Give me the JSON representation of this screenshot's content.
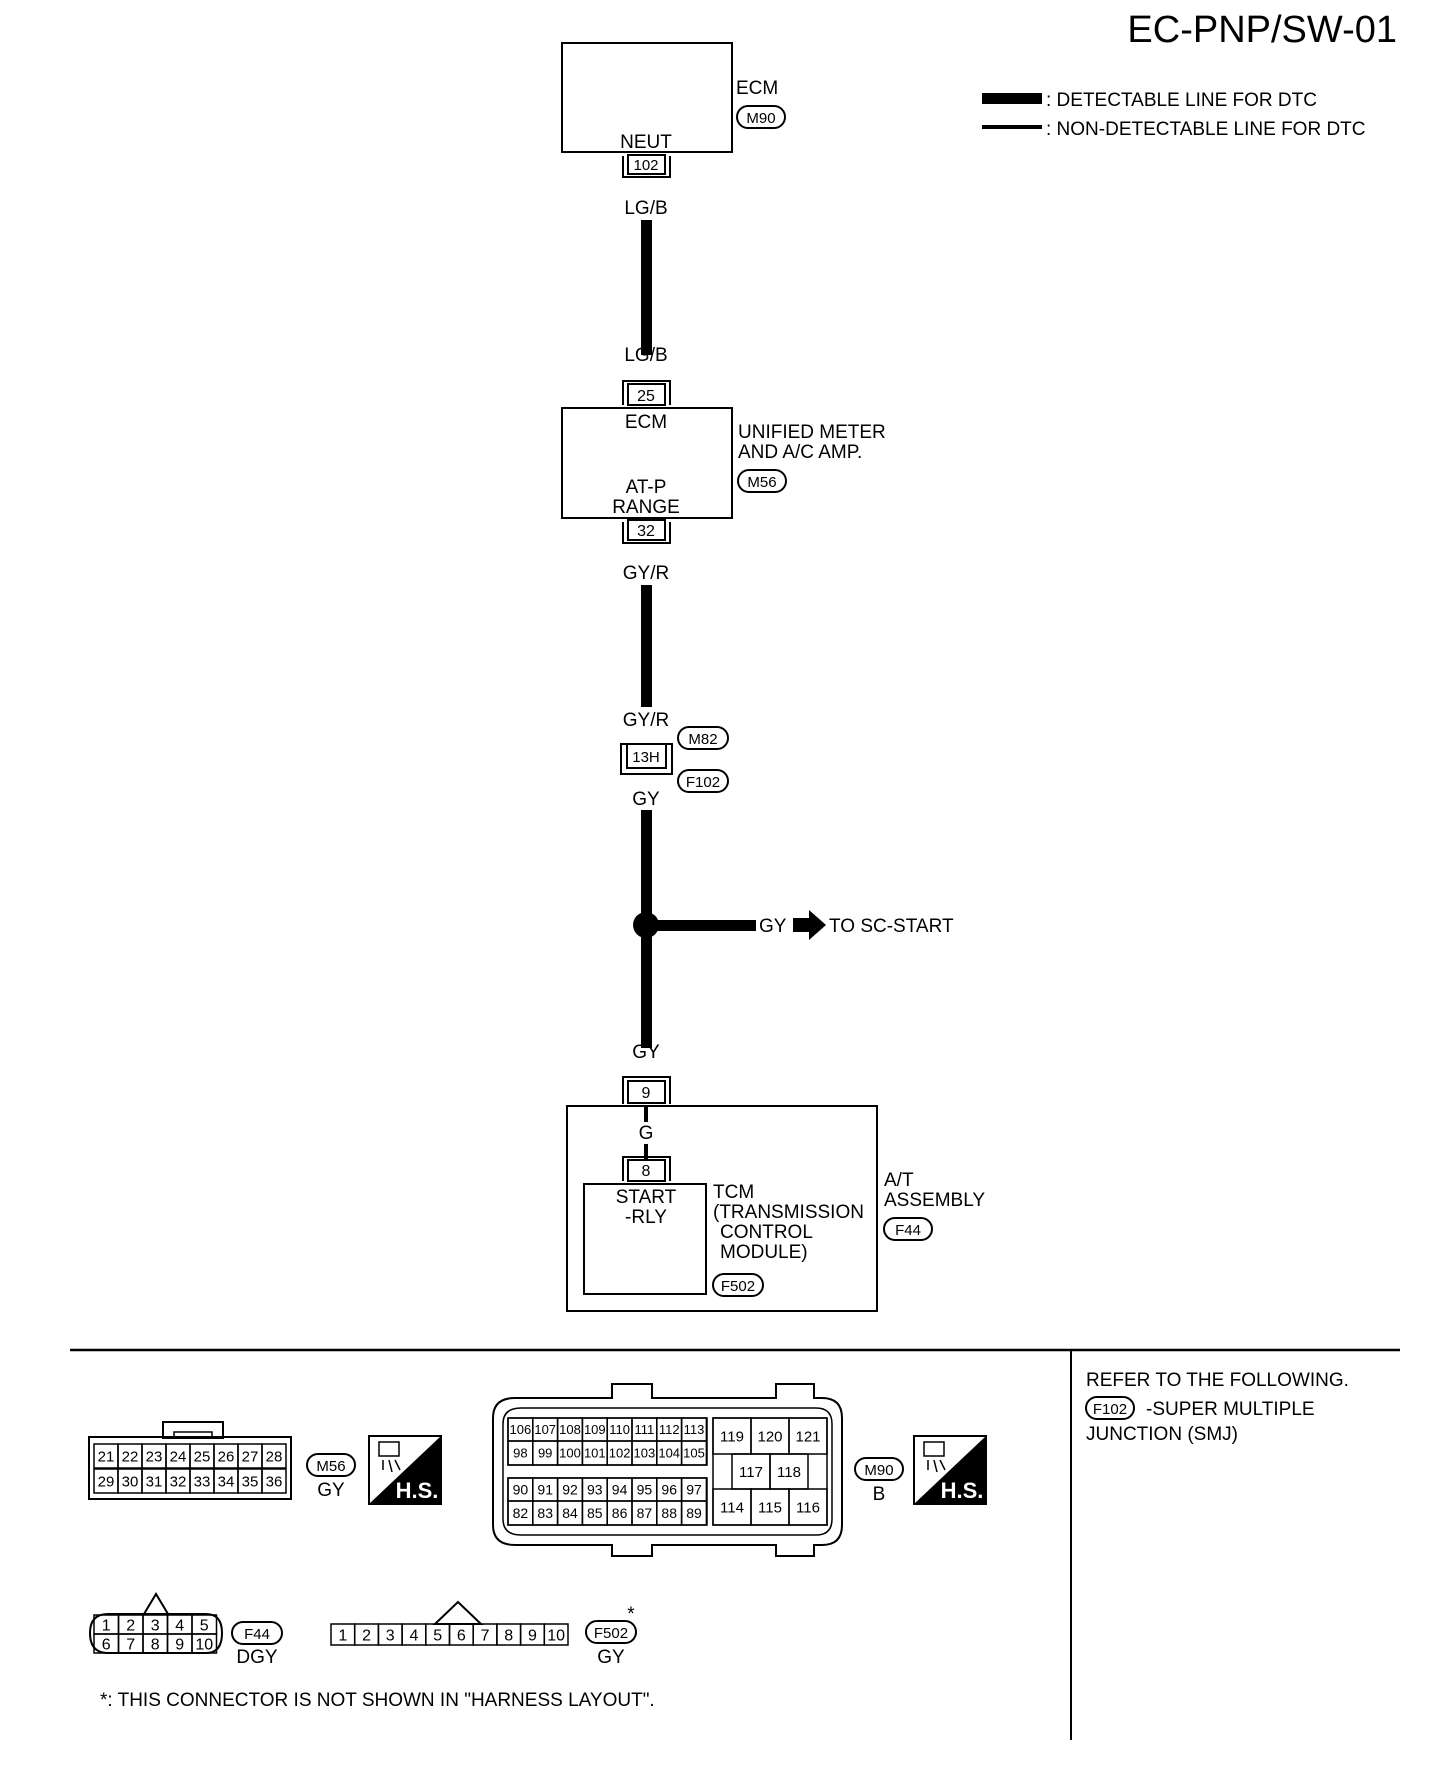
{
  "page_id": "EC-PNP/SW-01",
  "legend": {
    "detectable": ": DETECTABLE LINE FOR DTC",
    "non_detectable": ": NON-DETECTABLE LINE FOR DTC"
  },
  "ecm": {
    "label": "ECM",
    "connector": "M90",
    "terminal_name": "NEUT",
    "terminal": "102",
    "wire_out": "LG/B"
  },
  "meter": {
    "wire_in": "LG/B",
    "terminal_in": "25",
    "terminal_in_name": "ECM",
    "label_line1": "UNIFIED METER",
    "label_line2": "AND A/C AMP.",
    "connector": "M56",
    "terminal_out_name_line1": "AT-P",
    "terminal_out_name_line2": "RANGE",
    "terminal_out": "32",
    "wire_out": "GY/R"
  },
  "joint": {
    "wire_in": "GY/R",
    "connector_top": "M82",
    "terminal": "13H",
    "connector_bottom": "F102",
    "wire_out": "GY"
  },
  "branch": {
    "wire": "GY",
    "destination": "TO SC-START"
  },
  "at_assembly": {
    "wire_in": "GY",
    "terminal_in": "9",
    "inner_wire": "G",
    "tcm_terminal": "8",
    "tcm_terminal_name_line1": "START",
    "tcm_terminal_name_line2": "-RLY",
    "tcm_label": [
      "TCM",
      "(TRANSMISSION",
      "CONTROL",
      "MODULE)"
    ],
    "tcm_connector": "F502",
    "label_line1": "A/T",
    "label_line2": "ASSEMBLY",
    "connector": "F44"
  },
  "connectors": {
    "m56": {
      "name": "M56",
      "color": "GY",
      "row1": [
        "21",
        "22",
        "23",
        "24",
        "25",
        "26",
        "27",
        "28"
      ],
      "row2": [
        "29",
        "30",
        "31",
        "32",
        "33",
        "34",
        "35",
        "36"
      ]
    },
    "m90": {
      "name": "M90",
      "color": "B",
      "left_row1": [
        "106",
        "107",
        "108",
        "109",
        "110",
        "111",
        "112",
        "113"
      ],
      "left_row2": [
        "98",
        "99",
        "100",
        "101",
        "102",
        "103",
        "104",
        "105"
      ],
      "left_row3": [
        "90",
        "91",
        "92",
        "93",
        "94",
        "95",
        "96",
        "97"
      ],
      "left_row4": [
        "82",
        "83",
        "84",
        "85",
        "86",
        "87",
        "88",
        "89"
      ],
      "right_row1": [
        "119",
        "120",
        "121"
      ],
      "right_row2": [
        "117",
        "118"
      ],
      "right_row3": [
        "114",
        "115",
        "116"
      ]
    },
    "f44": {
      "name": "F44",
      "color": "DGY",
      "row1": [
        "1",
        "2",
        "3",
        "4",
        "5"
      ],
      "row2": [
        "6",
        "7",
        "8",
        "9",
        "10"
      ]
    },
    "f502": {
      "name": "F502",
      "color": "GY",
      "pins": [
        "1",
        "2",
        "3",
        "4",
        "5",
        "6",
        "7",
        "8",
        "9",
        "10"
      ]
    },
    "hs_label": "H.S."
  },
  "notes": {
    "refer": "REFER TO THE FOLLOWING.",
    "smj_connector": "F102",
    "smj_text": "-SUPER MULTIPLE",
    "smj_text2": "JUNCTION (SMJ)",
    "asterisk": "*",
    "footnote": "*: THIS CONNECTOR IS NOT SHOWN IN \"HARNESS LAYOUT\"."
  }
}
